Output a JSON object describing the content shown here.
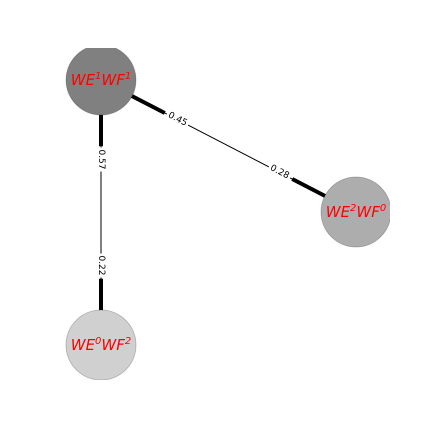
{
  "graph": {
    "nodes": [
      {
        "id": "n1",
        "base1": "WE",
        "sup1": "1",
        "base2": "WF",
        "sup2": "1",
        "color": "#808080"
      },
      {
        "id": "n2",
        "base1": "WE",
        "sup1": "2",
        "base2": "WF",
        "sup2": "0",
        "color": "#adadad"
      },
      {
        "id": "n3",
        "base1": "WE",
        "sup1": "0",
        "base2": "WF",
        "sup2": "2",
        "color": "#d0d0d0"
      }
    ],
    "edges": [
      {
        "from": "n1",
        "to": "n2",
        "label_near_from": "0.45",
        "label_near_to": "0.28"
      },
      {
        "from": "n1",
        "to": "n3",
        "label_near_from": "0.57",
        "label_near_to": "0.22"
      }
    ]
  }
}
